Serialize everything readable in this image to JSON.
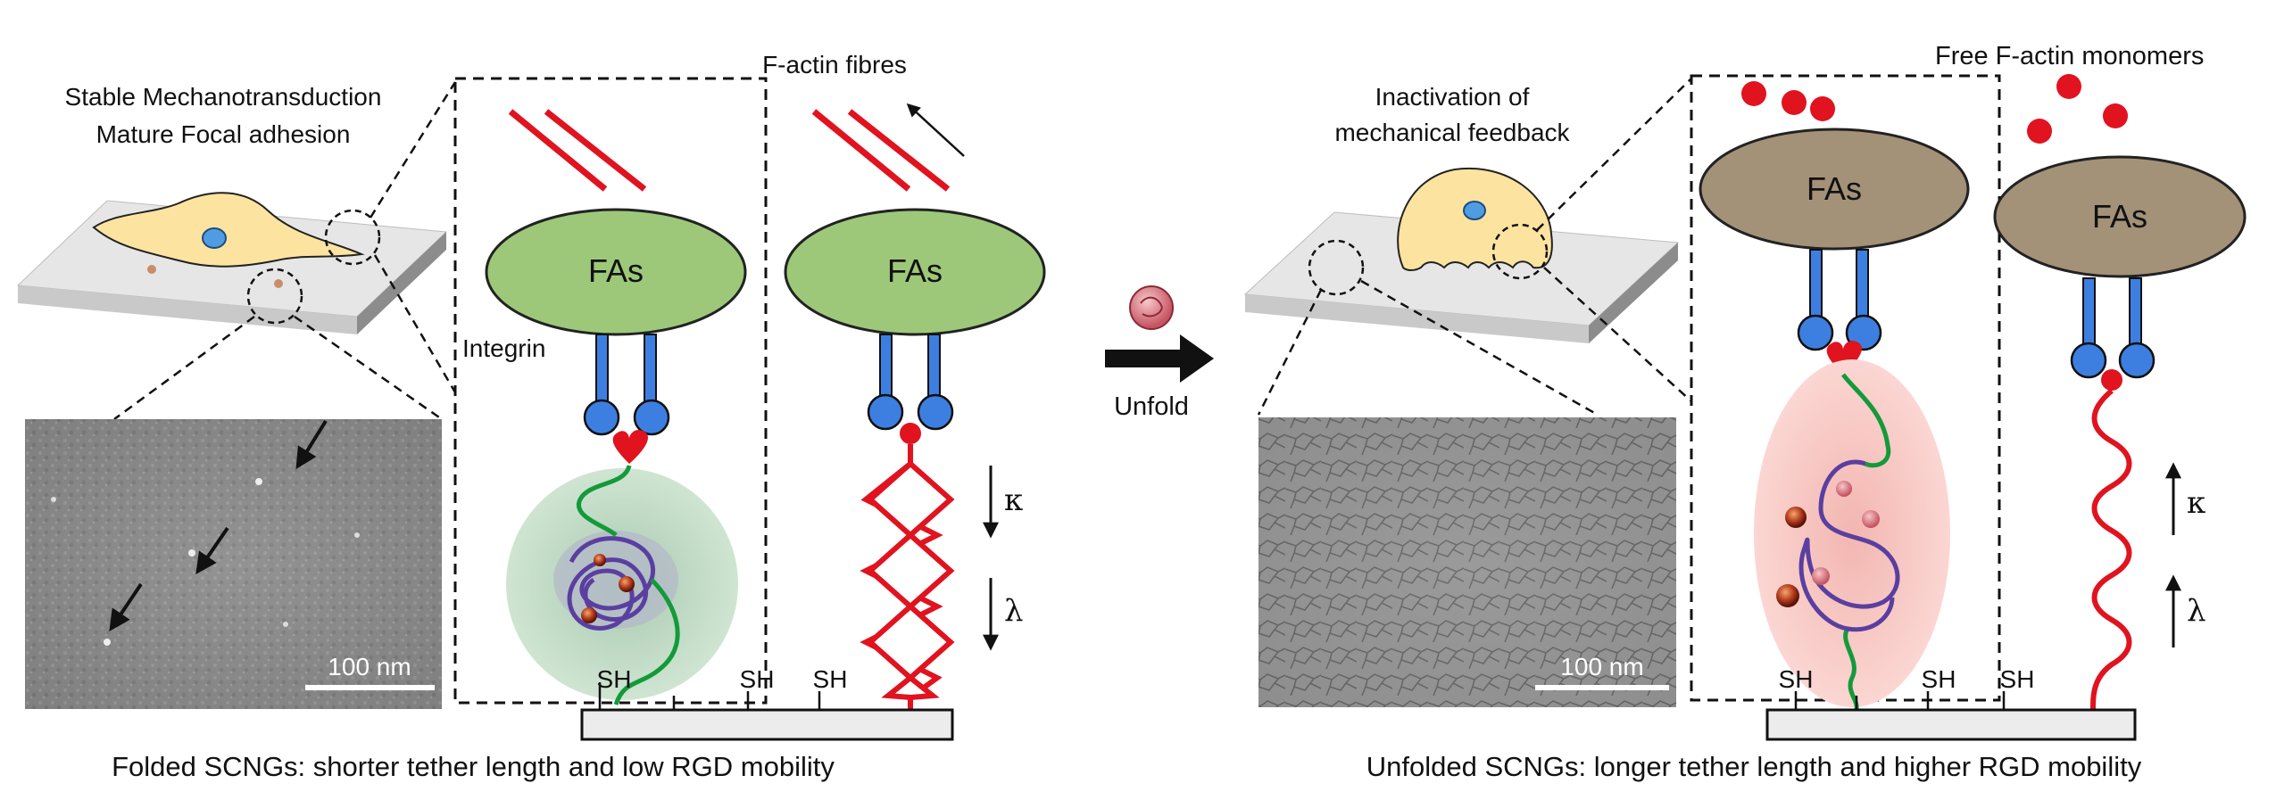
{
  "left": {
    "header": [
      "Stable Mechanotransduction",
      "Mature Focal adhesion"
    ],
    "factin_label": "F-actin fibres",
    "fa_label": "FAs",
    "integrin_label": "Integrin",
    "sh_labels": [
      "SH",
      "SH",
      "SH"
    ],
    "kappa": "κ",
    "lambda": "λ",
    "scale_bar": "100 nm",
    "caption": "Folded SCNGs: shorter tether length and low RGD mobility"
  },
  "middle": {
    "arrow_label": "Unfold"
  },
  "right": {
    "header": [
      "Inactivation of",
      "mechanical feedback"
    ],
    "monomer_label": "Free F-actin monomers",
    "fa_label": "FAs",
    "sh_labels": [
      "SH",
      "SH",
      "SH"
    ],
    "kappa": "κ",
    "lambda": "λ",
    "scale_bar": "100 nm",
    "caption": "Unfolded SCNGs: longer tether length and higher RGD mobility"
  },
  "colors": {
    "fa_green": "#9dc879",
    "fa_brown": "#a39178",
    "integrin_blue": "#3d7fe0",
    "actin_red": "#e0131f",
    "rgd_red": "#e0131f",
    "folded_halo": "#c7dfc9",
    "unfolded_halo": "#f7c7c4",
    "polymer_purple": "#5a3fa0",
    "tether_green": "#139a3a",
    "cell_yellow": "#fde3a0"
  }
}
